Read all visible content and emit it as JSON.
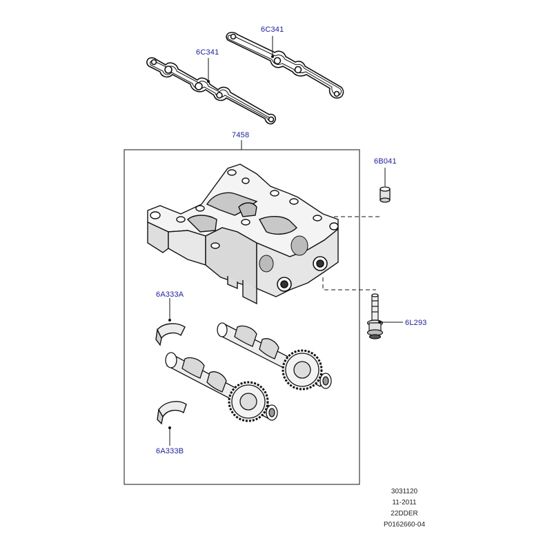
{
  "callouts": {
    "gasket_upper": "6C341",
    "gasket_lower": "6C341",
    "balance_shaft_assembly": "7458",
    "dowel_sleeve": "6B041",
    "bolt": "6L293",
    "bearing_a": "6A333A",
    "bearing_b": "6A333B"
  },
  "reference": {
    "line1": "3031120",
    "line2": "11-2011",
    "line3": "22DDER",
    "line4": "P0162660-04"
  },
  "colors": {
    "background": "#ffffff",
    "callout_text": "#1a1aa8",
    "line_art": "#111111",
    "part_fill": "#f4f4f4",
    "part_shade": "#c8c8c8"
  }
}
